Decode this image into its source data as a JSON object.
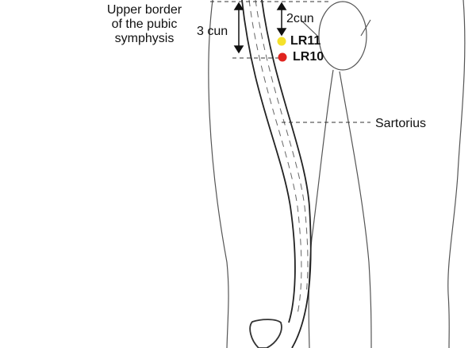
{
  "labels": {
    "upper_border": [
      "Upper border",
      "of the pubic",
      "symphysis"
    ],
    "three_cun": "3 cun",
    "two_cun": "2cun",
    "lr11": "LR11",
    "lr10": "LR10",
    "sartorius": "Sartorius"
  },
  "colors": {
    "lr11": "#f5e12a",
    "lr10": "#e0241f",
    "line": "#333333"
  }
}
